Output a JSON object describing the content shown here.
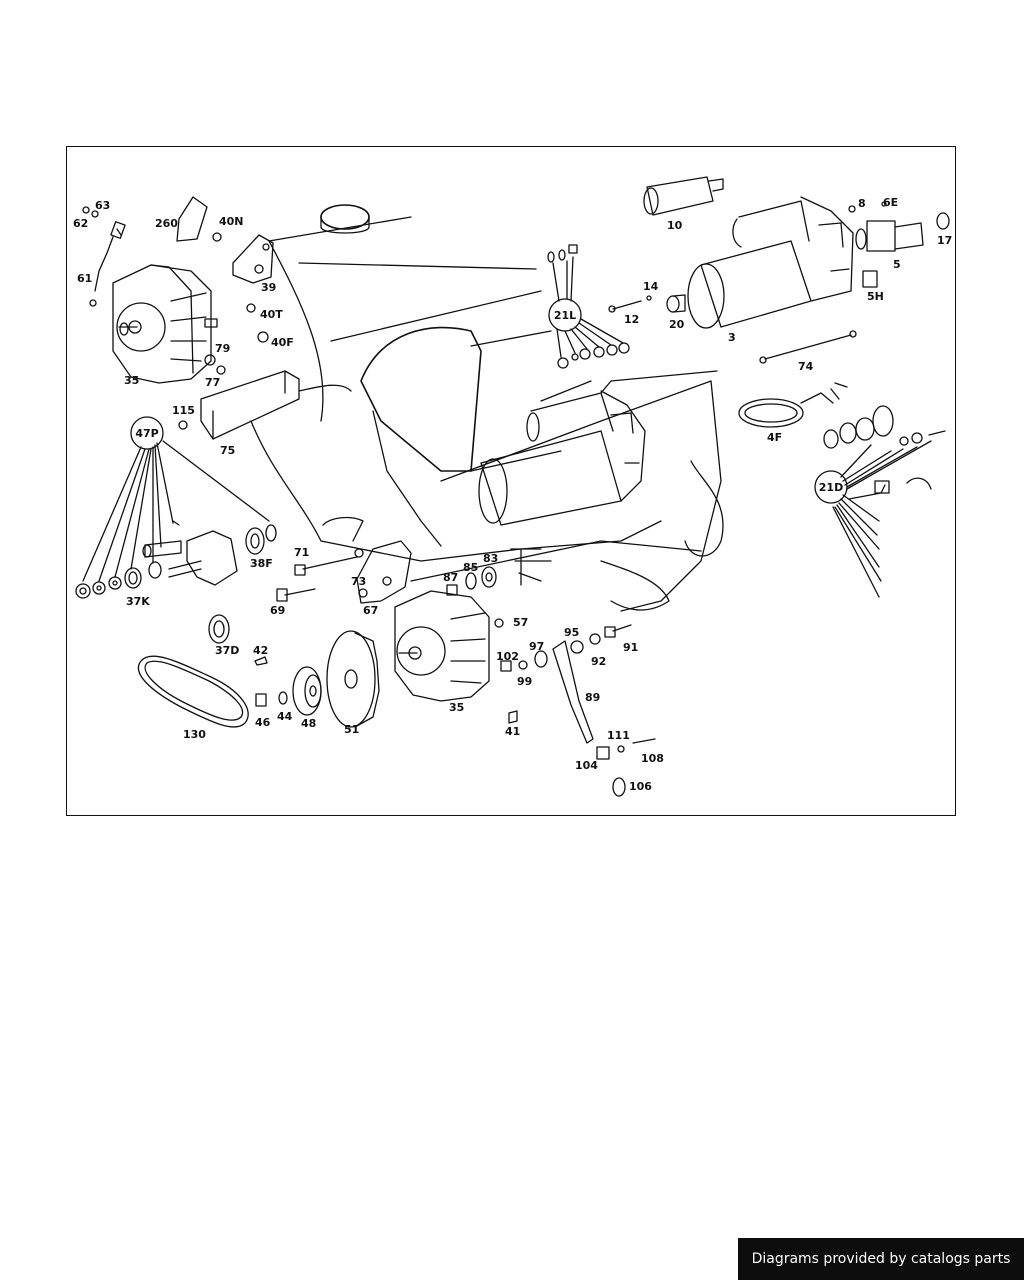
{
  "footer": {
    "text": "Diagrams provided by catalogs parts"
  },
  "callouts": [
    {
      "id": "callout-21L",
      "text": "21L"
    },
    {
      "id": "callout-47P",
      "text": "47P"
    },
    {
      "id": "callout-21D",
      "text": "21D"
    }
  ],
  "labels": [
    {
      "text": "62"
    },
    {
      "text": "63"
    },
    {
      "text": "260"
    },
    {
      "text": "40N"
    },
    {
      "text": "61"
    },
    {
      "text": "39"
    },
    {
      "text": "40T"
    },
    {
      "text": "40F"
    },
    {
      "text": "35"
    },
    {
      "text": "79"
    },
    {
      "text": "77"
    },
    {
      "text": "115"
    },
    {
      "text": "75"
    },
    {
      "text": "10"
    },
    {
      "text": "8"
    },
    {
      "text": "6E"
    },
    {
      "text": "17"
    },
    {
      "text": "5"
    },
    {
      "text": "5H"
    },
    {
      "text": "14"
    },
    {
      "text": "12"
    },
    {
      "text": "20"
    },
    {
      "text": "3"
    },
    {
      "text": "74"
    },
    {
      "text": "4F"
    },
    {
      "text": "71"
    },
    {
      "text": "73"
    },
    {
      "text": "38F"
    },
    {
      "text": "69"
    },
    {
      "text": "67"
    },
    {
      "text": "87"
    },
    {
      "text": "85"
    },
    {
      "text": "83"
    },
    {
      "text": "37K"
    },
    {
      "text": "37D"
    },
    {
      "text": "42"
    },
    {
      "text": "57"
    },
    {
      "text": "95"
    },
    {
      "text": "91"
    },
    {
      "text": "97"
    },
    {
      "text": "92"
    },
    {
      "text": "102"
    },
    {
      "text": "99"
    },
    {
      "text": "89"
    },
    {
      "text": "130"
    },
    {
      "text": "46"
    },
    {
      "text": "44"
    },
    {
      "text": "48"
    },
    {
      "text": "51"
    },
    {
      "text": "35"
    },
    {
      "text": "41"
    },
    {
      "text": "111"
    },
    {
      "text": "108"
    },
    {
      "text": "104"
    },
    {
      "text": "106"
    }
  ]
}
